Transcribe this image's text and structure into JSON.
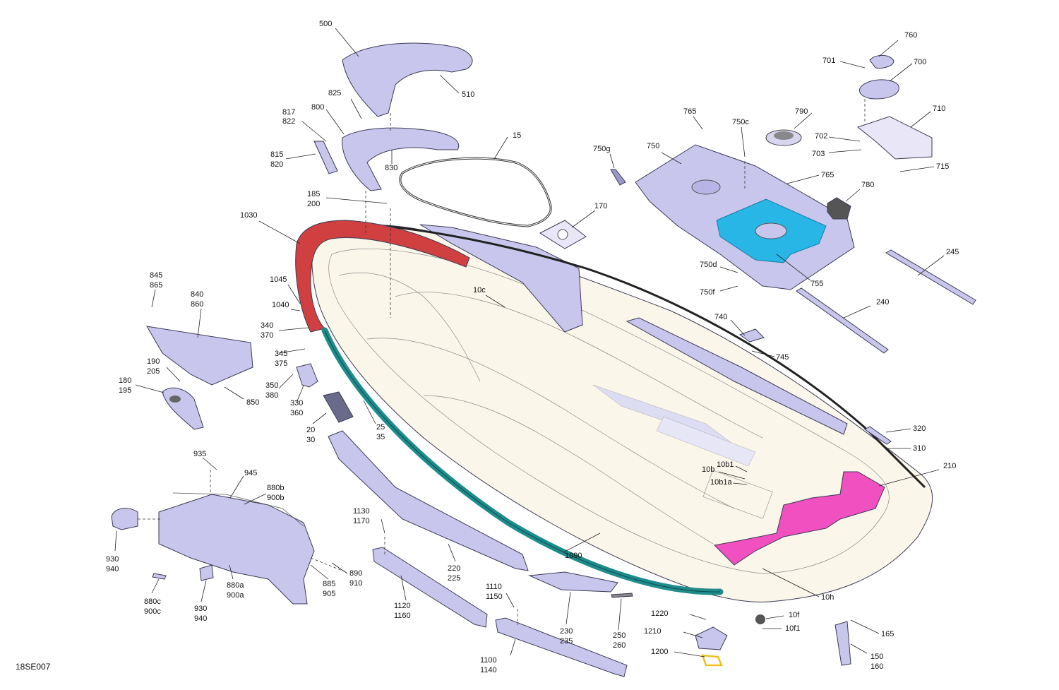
{
  "diagram_code": "18SE007",
  "colors": {
    "part_fill": "#c9c6ee",
    "hull_fill": "#fbf6ea",
    "bumper_red": "#d04040",
    "rubrail_teal": "#1e8c8c",
    "storage_cyan": "#27b6e6",
    "mat_magenta": "#f050c0",
    "bracket_yellow": "#f0c020"
  },
  "labels": {
    "l15": "15",
    "l170": "170",
    "l245": "245",
    "l240": "240",
    "l210": "210",
    "l320": "320",
    "l310": "310",
    "l500": "500",
    "l510": "510",
    "l825": "825",
    "l800": "800",
    "l817": "817",
    "l822": "822",
    "l815": "815",
    "l820": "820",
    "l830": "830",
    "l185": "185",
    "l200": "200",
    "l1030": "1030",
    "l1045": "1045",
    "l1040": "1040",
    "l845": "845",
    "l865": "865",
    "l840": "840",
    "l860": "860",
    "l340": "340",
    "l370": "370",
    "l345": "345",
    "l375": "375",
    "l190": "190",
    "l205": "205",
    "l180": "180",
    "l195": "195",
    "l350": "350",
    "l380": "380",
    "l850": "850",
    "l330": "330",
    "l360": "360",
    "l20": "20",
    "l30": "30",
    "l25": "25",
    "l35": "35",
    "l10c": "10c",
    "l760": "760",
    "l701": "701",
    "l700": "700",
    "l710": "710",
    "l765a": "765",
    "l750c": "750c",
    "l790": "790",
    "l702": "702",
    "l703": "703",
    "l715": "715",
    "l750g": "750g",
    "l750": "750",
    "l765b": "765",
    "l780": "780",
    "l750d": "750d",
    "l750f": "750f",
    "l755": "755",
    "l740": "740",
    "l745": "745",
    "l10b1": "10b1",
    "l10b": "10b",
    "l10b1a": "10b1a",
    "l935": "935",
    "l945": "945",
    "l880b": "880b",
    "l900b": "900b",
    "l930a": "930",
    "l940a": "940",
    "l930b": "930",
    "l940b": "940",
    "l880a": "880a",
    "l900a": "900a",
    "l880c": "880c",
    "l900c": "900c",
    "l885": "885",
    "l905": "905",
    "l890": "890",
    "l910": "910",
    "l1130": "1130",
    "l1170": "1170",
    "l220": "220",
    "l225": "225",
    "l1120": "1120",
    "l1160": "1160",
    "l1090": "1090",
    "l1110": "1110",
    "l1150": "1150",
    "l230": "230",
    "l235": "235",
    "l250": "250",
    "l260": "260",
    "l1100": "1100",
    "l1140": "1140",
    "l1220": "1220",
    "l1210": "1210",
    "l1200": "1200",
    "l10h": "10h",
    "l10f": "10f",
    "l10f1": "10f1",
    "l165": "165",
    "l150": "150",
    "l160": "160"
  }
}
